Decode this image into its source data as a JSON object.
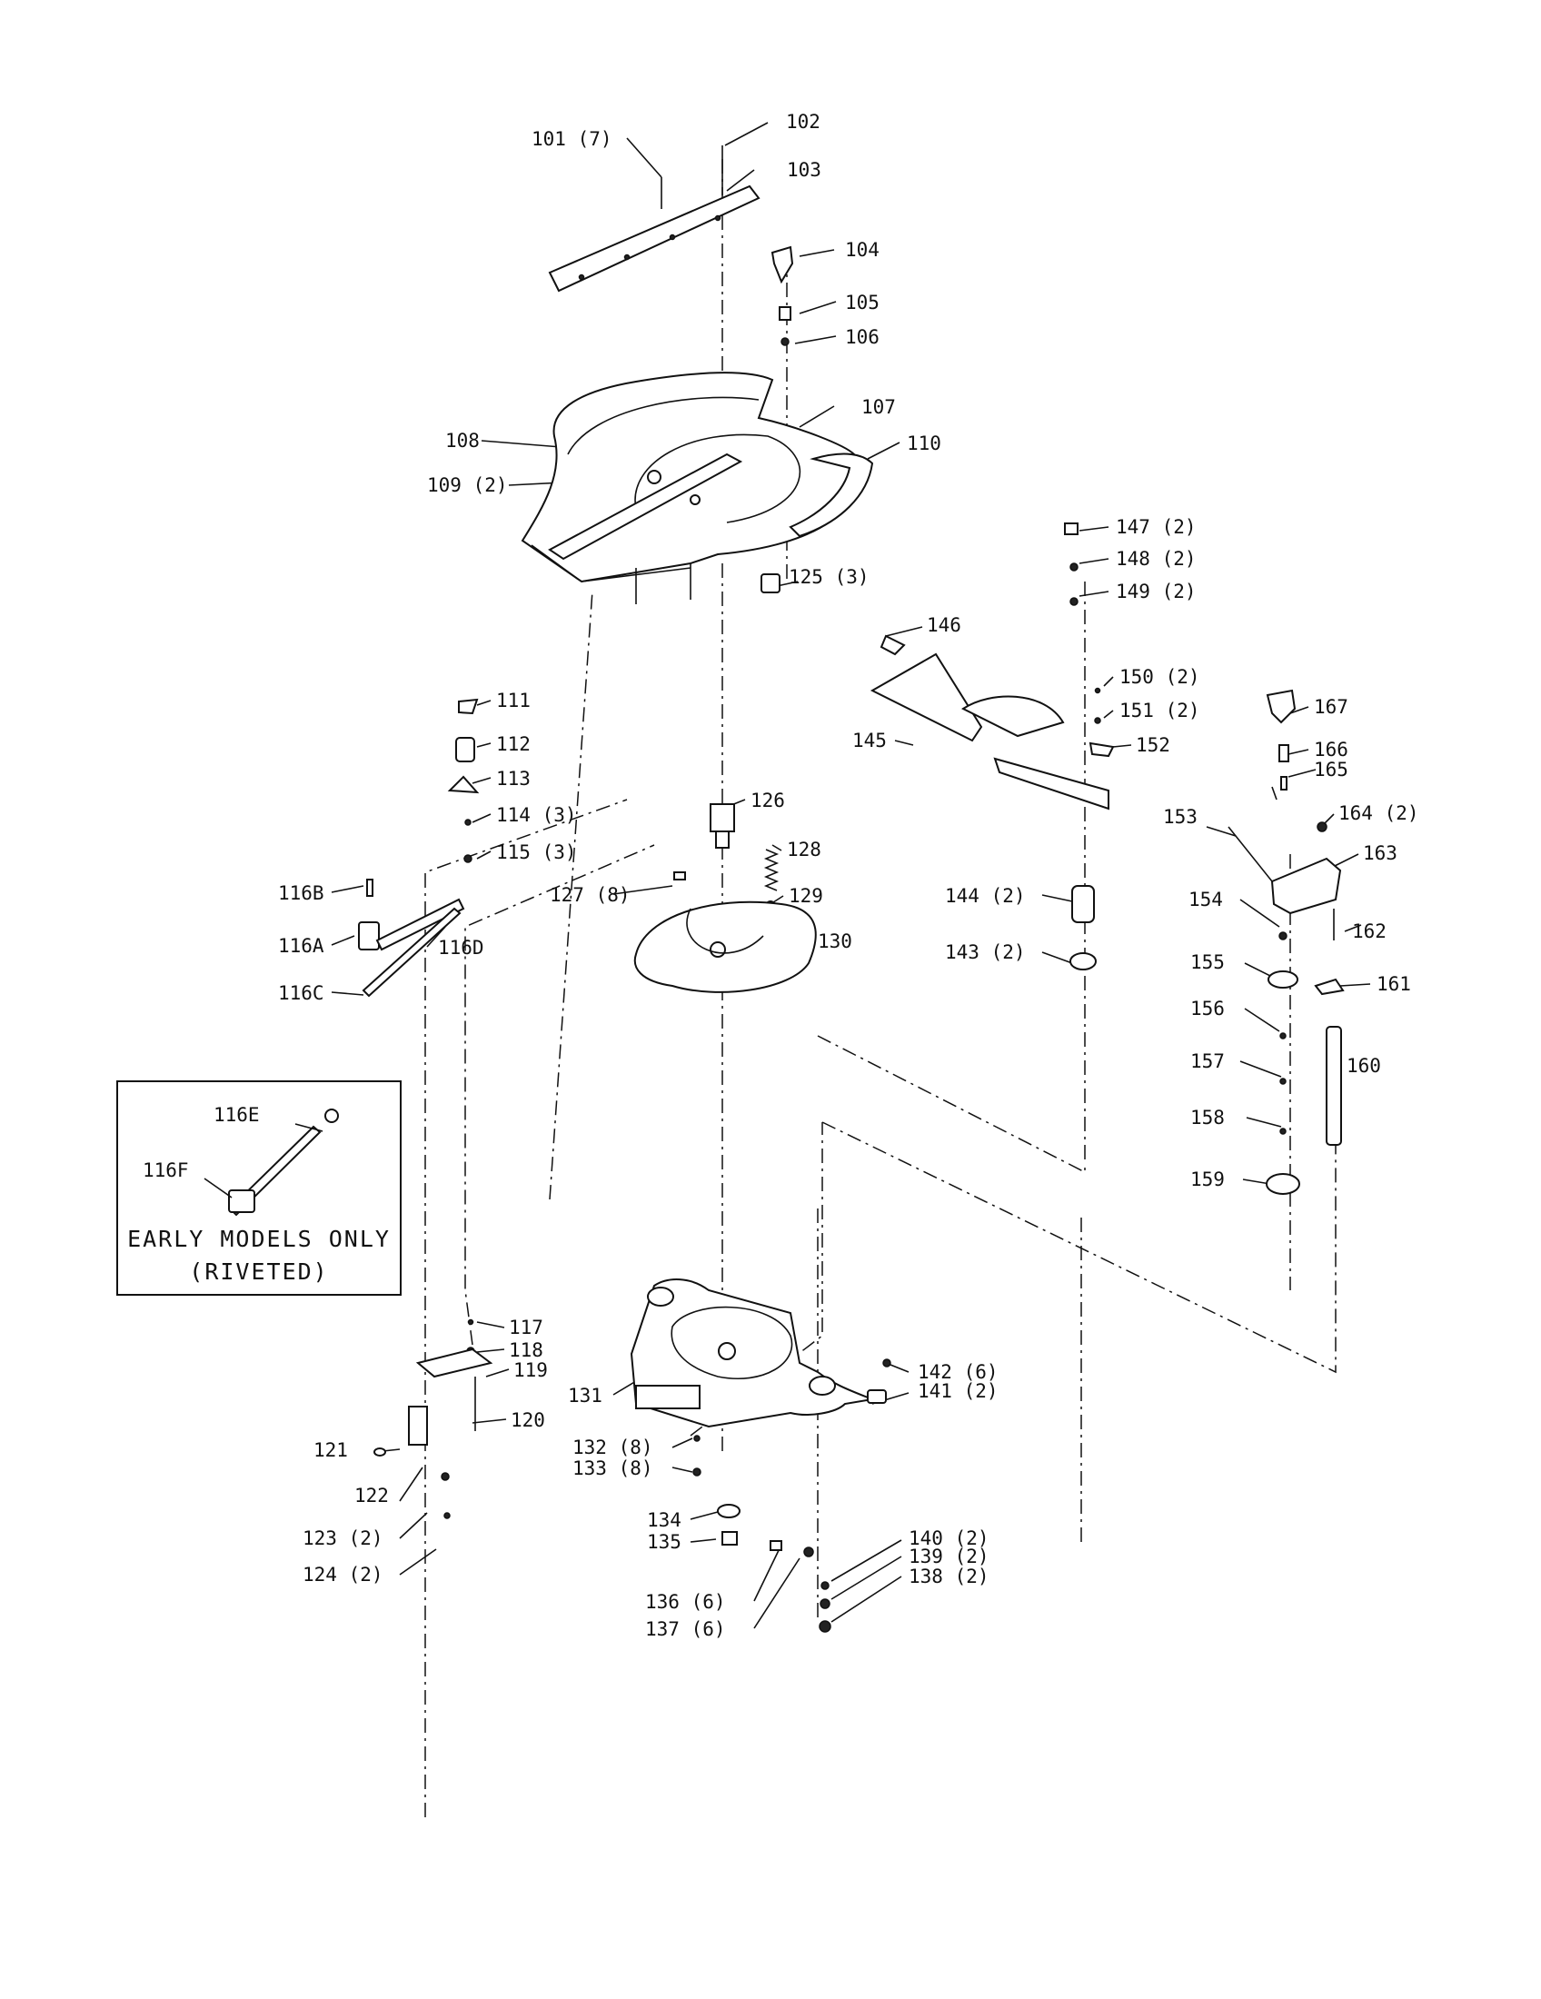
{
  "diagram": {
    "callouts": [
      {
        "id": "101",
        "text": "101 (7)"
      },
      {
        "id": "102",
        "text": "102"
      },
      {
        "id": "103",
        "text": "103"
      },
      {
        "id": "104",
        "text": "104"
      },
      {
        "id": "105",
        "text": "105"
      },
      {
        "id": "106",
        "text": "106"
      },
      {
        "id": "107",
        "text": "107"
      },
      {
        "id": "108",
        "text": "108"
      },
      {
        "id": "109",
        "text": "109 (2)"
      },
      {
        "id": "110",
        "text": "110"
      },
      {
        "id": "111",
        "text": "111"
      },
      {
        "id": "112",
        "text": "112"
      },
      {
        "id": "113",
        "text": "113"
      },
      {
        "id": "114",
        "text": "114 (3)"
      },
      {
        "id": "115",
        "text": "115 (3)"
      },
      {
        "id": "116A",
        "text": "116A"
      },
      {
        "id": "116B",
        "text": "116B"
      },
      {
        "id": "116C",
        "text": "116C"
      },
      {
        "id": "116D",
        "text": "116D"
      },
      {
        "id": "116E",
        "text": "116E"
      },
      {
        "id": "116F",
        "text": "116F"
      },
      {
        "id": "117",
        "text": "117"
      },
      {
        "id": "118",
        "text": "118"
      },
      {
        "id": "119",
        "text": "119"
      },
      {
        "id": "120",
        "text": "120"
      },
      {
        "id": "121",
        "text": "121"
      },
      {
        "id": "122",
        "text": "122"
      },
      {
        "id": "123",
        "text": "123 (2)"
      },
      {
        "id": "124",
        "text": "124 (2)"
      },
      {
        "id": "125",
        "text": "125 (3)"
      },
      {
        "id": "126",
        "text": "126"
      },
      {
        "id": "127",
        "text": "127 (8)"
      },
      {
        "id": "128",
        "text": "128"
      },
      {
        "id": "129",
        "text": "129"
      },
      {
        "id": "130",
        "text": "130"
      },
      {
        "id": "131",
        "text": "131"
      },
      {
        "id": "132",
        "text": "132 (8)"
      },
      {
        "id": "133",
        "text": "133 (8)"
      },
      {
        "id": "134",
        "text": "134"
      },
      {
        "id": "135",
        "text": "135"
      },
      {
        "id": "136",
        "text": "136 (6)"
      },
      {
        "id": "137",
        "text": "137 (6)"
      },
      {
        "id": "138",
        "text": "138 (2)"
      },
      {
        "id": "139",
        "text": "139 (2)"
      },
      {
        "id": "140",
        "text": "140 (2)"
      },
      {
        "id": "141",
        "text": "141 (2)"
      },
      {
        "id": "142",
        "text": "142 (6)"
      },
      {
        "id": "143",
        "text": "143 (2)"
      },
      {
        "id": "144",
        "text": "144 (2)"
      },
      {
        "id": "145",
        "text": "145"
      },
      {
        "id": "146",
        "text": "146"
      },
      {
        "id": "147",
        "text": "147 (2)"
      },
      {
        "id": "148",
        "text": "148 (2)"
      },
      {
        "id": "149",
        "text": "149 (2)"
      },
      {
        "id": "150",
        "text": "150 (2)"
      },
      {
        "id": "151",
        "text": "151 (2)"
      },
      {
        "id": "152",
        "text": "152"
      },
      {
        "id": "153",
        "text": "153"
      },
      {
        "id": "154",
        "text": "154"
      },
      {
        "id": "155",
        "text": "155"
      },
      {
        "id": "156",
        "text": "156"
      },
      {
        "id": "157",
        "text": "157"
      },
      {
        "id": "158",
        "text": "158"
      },
      {
        "id": "159",
        "text": "159"
      },
      {
        "id": "160",
        "text": "160"
      },
      {
        "id": "161",
        "text": "161"
      },
      {
        "id": "162",
        "text": "162"
      },
      {
        "id": "163",
        "text": "163"
      },
      {
        "id": "164",
        "text": "164 (2)"
      },
      {
        "id": "165",
        "text": "165"
      },
      {
        "id": "166",
        "text": "166"
      },
      {
        "id": "167",
        "text": "167"
      }
    ],
    "inset": {
      "line1": "EARLY MODELS ONLY",
      "line2": "(RIVETED)"
    }
  }
}
